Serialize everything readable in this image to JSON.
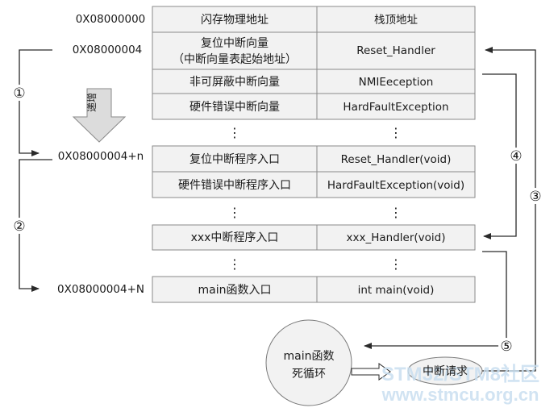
{
  "addresses": {
    "a0": "0X08000000",
    "a4": "0X08000004",
    "a4n": "0X08000004+n",
    "a4N": "0X08000004+N"
  },
  "vector_table": [
    {
      "left": "闪存物理地址",
      "right": "栈顶地址"
    },
    {
      "left": "复位中断向量",
      "left2": "（中断向量表起始地址）",
      "right": "Reset_Handler"
    },
    {
      "left": "非可屏蔽中断向量",
      "right": "NMIEeception"
    },
    {
      "left": "硬件错误中断向量",
      "right": "HardFaultException"
    }
  ],
  "entry_table": [
    {
      "left": "复位中断程序入口",
      "right": "Reset_Handler(void)"
    },
    {
      "left": "硬件错误中断程序入口",
      "right": "HardFaultException(void)"
    }
  ],
  "xxx_row": {
    "left": "xxx中断程序入口",
    "right": "xxx_Handler(void)"
  },
  "main_row": {
    "left": "main函数入口",
    "right": "int main(void)"
  },
  "ellipsis": "⋮",
  "increment_label": "递增",
  "steps": [
    "①",
    "②",
    "③",
    "④",
    "⑤"
  ],
  "main_loop": {
    "line1": "main函数",
    "line2": "死循环"
  },
  "interrupt_request": "中断请求",
  "watermark": {
    "line1": "STM32/STM8社区",
    "line2": "www.stmcu.org.cn"
  }
}
